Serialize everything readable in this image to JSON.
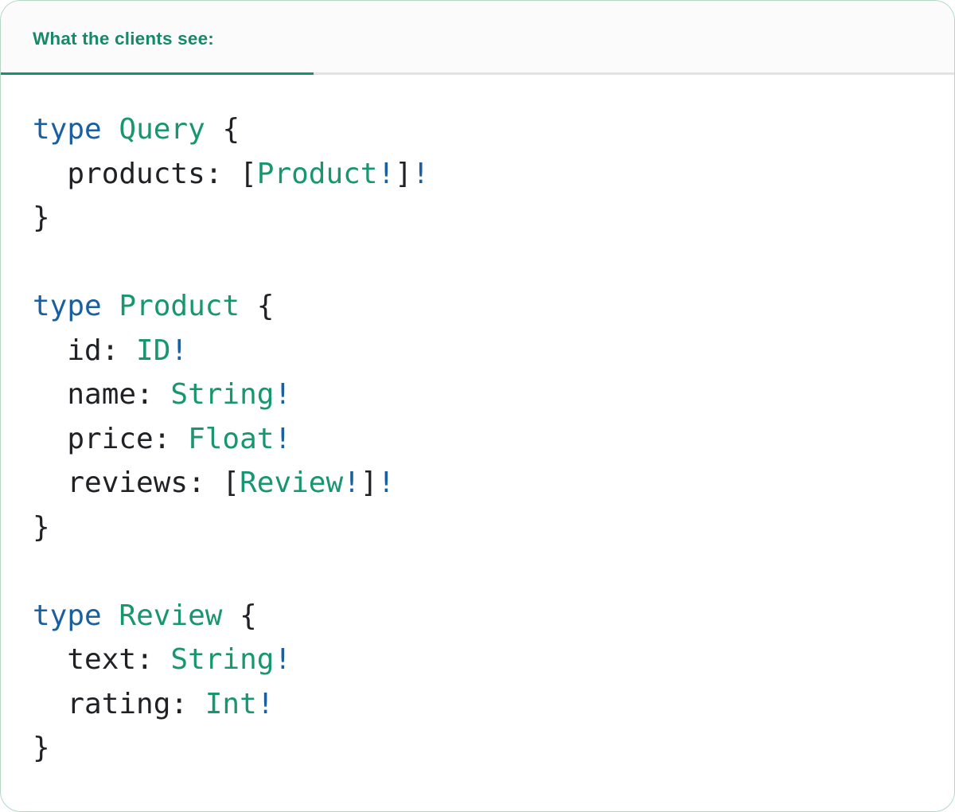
{
  "tab": {
    "label": "What the clients see:"
  },
  "colors": {
    "accent": "#18916d",
    "tab_text": "#17886a",
    "keyword": "#1a5fa0",
    "type_name": "#18966f",
    "plain": "#1f2125",
    "divider": "#e3e3e3",
    "border": "#b2d8c4",
    "header_bg": "#fbfbfb",
    "body_bg": "#ffffff"
  },
  "code": {
    "language": "graphql",
    "lines": [
      {
        "tokens": [
          {
            "text": "type",
            "style": "keyword"
          },
          {
            "text": " ",
            "style": "plain"
          },
          {
            "text": "Query",
            "style": "type"
          },
          {
            "text": " {",
            "style": "plain"
          }
        ]
      },
      {
        "tokens": [
          {
            "text": "  products: [",
            "style": "plain"
          },
          {
            "text": "Product",
            "style": "type"
          },
          {
            "text": "!",
            "style": "bang"
          },
          {
            "text": "]",
            "style": "plain"
          },
          {
            "text": "!",
            "style": "bang"
          }
        ]
      },
      {
        "tokens": [
          {
            "text": "}",
            "style": "plain"
          }
        ]
      },
      {
        "tokens": []
      },
      {
        "tokens": [
          {
            "text": "type",
            "style": "keyword"
          },
          {
            "text": " ",
            "style": "plain"
          },
          {
            "text": "Product",
            "style": "type"
          },
          {
            "text": " {",
            "style": "plain"
          }
        ]
      },
      {
        "tokens": [
          {
            "text": "  id: ",
            "style": "plain"
          },
          {
            "text": "ID",
            "style": "type"
          },
          {
            "text": "!",
            "style": "bang"
          }
        ]
      },
      {
        "tokens": [
          {
            "text": "  name: ",
            "style": "plain"
          },
          {
            "text": "String",
            "style": "type"
          },
          {
            "text": "!",
            "style": "bang"
          }
        ]
      },
      {
        "tokens": [
          {
            "text": "  price: ",
            "style": "plain"
          },
          {
            "text": "Float",
            "style": "type"
          },
          {
            "text": "!",
            "style": "bang"
          }
        ]
      },
      {
        "tokens": [
          {
            "text": "  reviews: [",
            "style": "plain"
          },
          {
            "text": "Review",
            "style": "type"
          },
          {
            "text": "!",
            "style": "bang"
          },
          {
            "text": "]",
            "style": "plain"
          },
          {
            "text": "!",
            "style": "bang"
          }
        ]
      },
      {
        "tokens": [
          {
            "text": "}",
            "style": "plain"
          }
        ]
      },
      {
        "tokens": []
      },
      {
        "tokens": [
          {
            "text": "type",
            "style": "keyword"
          },
          {
            "text": " ",
            "style": "plain"
          },
          {
            "text": "Review",
            "style": "type"
          },
          {
            "text": " {",
            "style": "plain"
          }
        ]
      },
      {
        "tokens": [
          {
            "text": "  text: ",
            "style": "plain"
          },
          {
            "text": "String",
            "style": "type"
          },
          {
            "text": "!",
            "style": "bang"
          }
        ]
      },
      {
        "tokens": [
          {
            "text": "  rating: ",
            "style": "plain"
          },
          {
            "text": "Int",
            "style": "type"
          },
          {
            "text": "!",
            "style": "bang"
          }
        ]
      },
      {
        "tokens": [
          {
            "text": "}",
            "style": "plain"
          }
        ]
      }
    ]
  }
}
